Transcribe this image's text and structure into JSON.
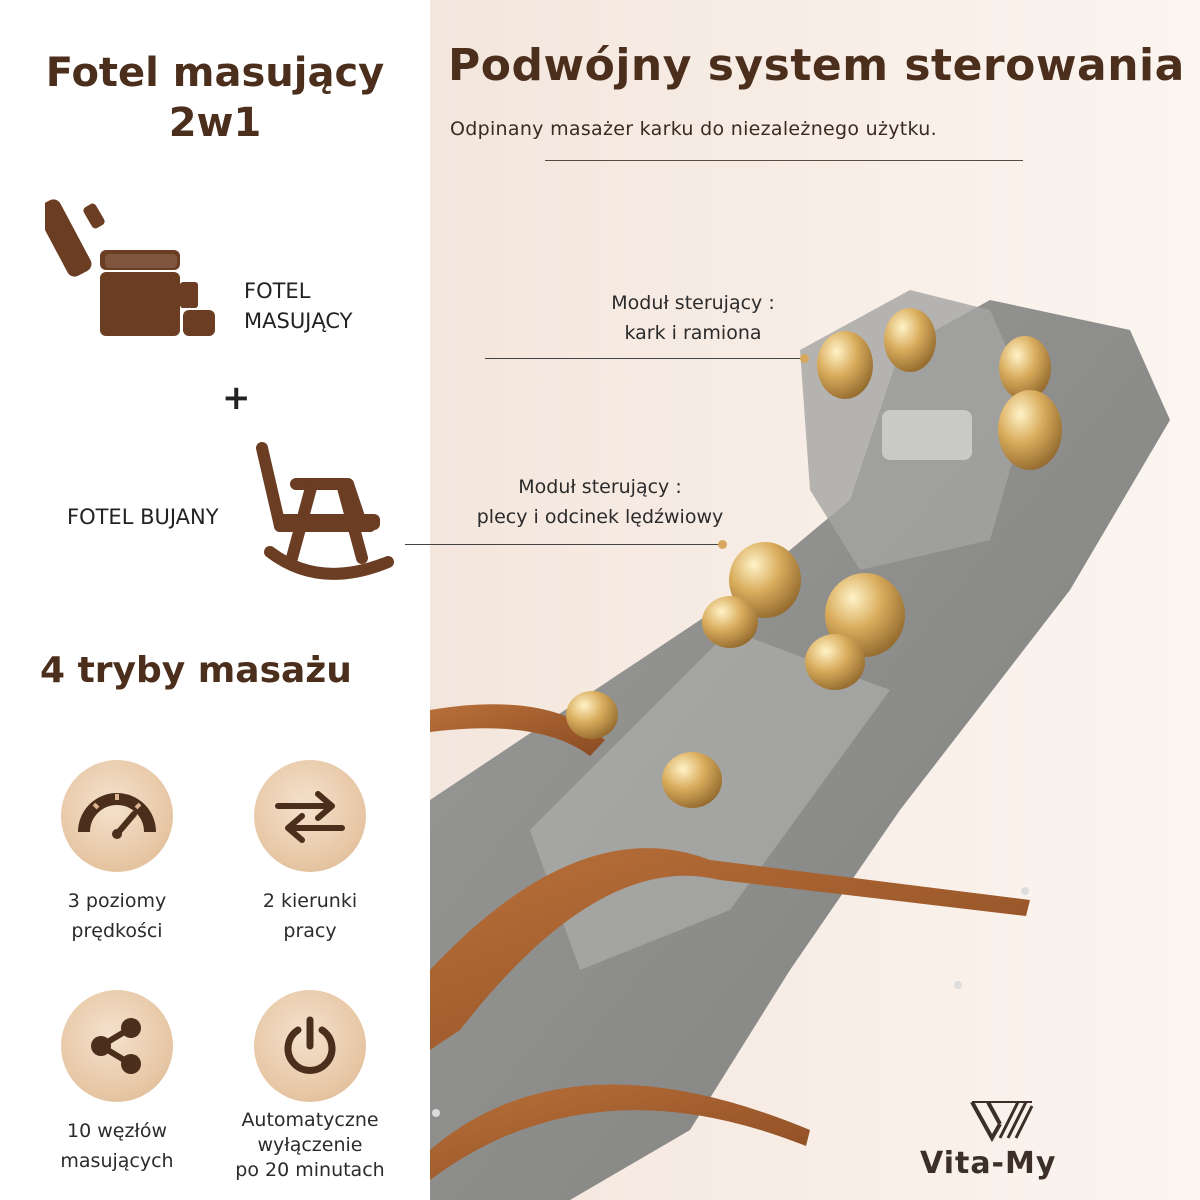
{
  "left": {
    "title_line1": "Fotel masujący",
    "title_line2": "2w1",
    "item1_label": "FOTEL\nMASUJĄCY",
    "plus": "+",
    "item2_label": "FOTEL BUJANY",
    "icons": [
      "massage-chair-icon",
      "rocking-chair-icon"
    ]
  },
  "right": {
    "title": "Podwójny system sterowania",
    "subtitle": "Odpinany masażer karku do niezależnego użytku.",
    "module1": "Moduł sterujący :\nkark i ramiona",
    "module2": "Moduł sterujący :\nplecy i odcinek lędźwiowy"
  },
  "modes": {
    "title": "4 tryby masażu",
    "features": [
      {
        "icon": "speedometer-icon",
        "label": "3 poziomy\nprędkości"
      },
      {
        "icon": "arrows-icon",
        "label": "2 kierunki\npracy"
      },
      {
        "icon": "share-nodes-icon",
        "label": "10 węzłów\nmasujących"
      },
      {
        "icon": "power-icon",
        "label": "Automatyczne\nwyłączenie\npo 20 minutach"
      }
    ]
  },
  "brand": {
    "name": "Vita-My"
  },
  "colors": {
    "brown": "#6b3d22",
    "title": "#4b2e1c",
    "gold": "#d4a85a"
  }
}
